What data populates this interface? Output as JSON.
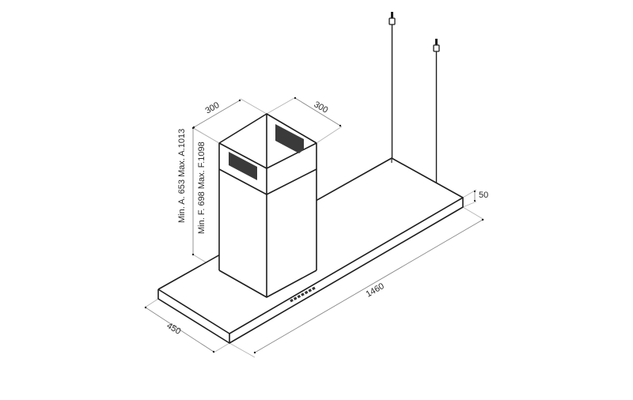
{
  "drawing": {
    "subject": "Island cooker hood with chimney duct and suspension cables",
    "dimensions": {
      "chimney_width_left": "300",
      "chimney_width_right": "300",
      "height_min_max_a": "Min. A. 653  Max. A.1013",
      "height_min_max_f": "Min. F. 698  Max. F.1098",
      "hood_depth": "450",
      "hood_length": "1460",
      "hood_thickness": "50"
    },
    "colors": {
      "line": "#1e1e1e",
      "dimension_line": "#b5b5b5",
      "background": "#ffffff"
    }
  }
}
